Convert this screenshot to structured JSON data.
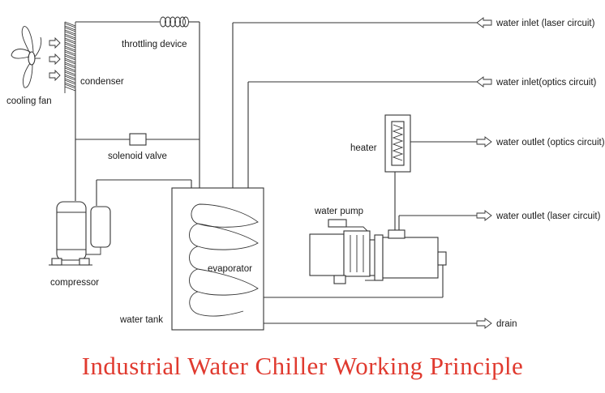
{
  "labels": {
    "throttling_device": "throttling device",
    "condenser": "condenser",
    "cooling_fan": "cooling fan",
    "solenoid_valve": "solenoid valve",
    "compressor": "compressor",
    "water_tank": "water tank",
    "evaporator": "evaporator",
    "heater": "heater",
    "water_pump": "water pump",
    "water_inlet_laser": "water inlet (laser circuit)",
    "water_inlet_optics": "water inlet(optics circuit)",
    "water_outlet_optics": "water outlet (optics circuit)",
    "water_outlet_laser": "water outlet (laser circuit)",
    "drain": "drain"
  },
  "title": "Industrial Water Chiller Working Principle",
  "colors": {
    "title": "#e03a2f",
    "line": "#333333"
  }
}
